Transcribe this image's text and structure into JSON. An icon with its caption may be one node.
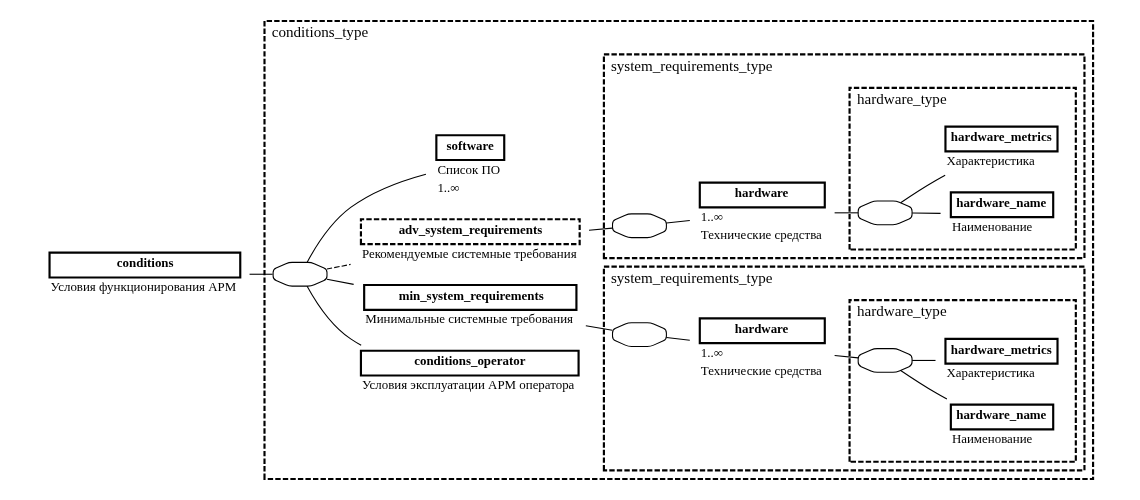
{
  "diagram": {
    "nodes": [
      {
        "text": [
          "conditions"
        ],
        "beside": [
          "Условия функционирования АРМ"
        ]
      },
      {
        "text": [
          "conditions_type"
        ]
      },
      {
        "text": [],
        "shape": "octagon",
        "in": 1
      },
      {
        "text": [
          "conditions_operator"
        ],
        "beside": [
          "Условия эксплуатации АРМ оператора"
        ],
        "in": 1
      },
      {
        "text": [
          "min_system_requirements"
        ],
        "beside": [
          "Минимальные системные требования"
        ],
        "in": 1
      },
      {
        "text": [
          "system_requirements_type"
        ],
        "in": 1
      },
      {
        "text": [],
        "shape": "octagon",
        "in": 5
      },
      {
        "text": [
          "hardware"
        ],
        "beside": [
          "1..∞",
          "Технические средства"
        ],
        "in": 5
      },
      {
        "text": [
          "hardware_type"
        ],
        "in": 5
      },
      {
        "text": [],
        "shape": "octagon",
        "in": 8
      },
      {
        "text": [
          "hardware_name"
        ],
        "beside": [
          "Наименование"
        ],
        "in": 8
      },
      {
        "text": [
          "hardware_metrics"
        ],
        "beside": [
          "Характеристика"
        ],
        "in": 8
      },
      {
        "text": [
          "adv_system_requirements"
        ],
        "beside": [
          "Рекомендуемые системные требования"
        ],
        "in": 1
      },
      {
        "text": [
          "system_requirements_type"
        ],
        "in": 1
      },
      {
        "text": [],
        "shape": "octagon",
        "in": 13
      },
      {
        "text": [
          "hardware"
        ],
        "beside": [
          "1..∞",
          "Технические средства"
        ],
        "in": 13
      },
      {
        "text": [
          "hardware_type"
        ],
        "in": 13
      },
      {
        "text": [],
        "shape": "octagon",
        "in": 16
      },
      {
        "text": [
          "hardware_name"
        ],
        "beside": [
          "Наименование"
        ],
        "in": 16
      },
      {
        "text": [
          "hardware_metrics"
        ],
        "beside": [
          "Характеристика"
        ],
        "in": 16
      },
      {
        "text": [
          "software"
        ],
        "beside": [
          "Список ПО",
          "1..∞"
        ],
        "in": 1
      }
    ],
    "edges": [
      {
        "from": 0,
        "to": 2,
        "arrow": "none"
      },
      {
        "from": 2,
        "to": 3,
        "arrow": "none"
      },
      {
        "from": 2,
        "to": 4,
        "arrow": "none"
      },
      {
        "from": 2,
        "to": 12,
        "arrow": "none",
        "style": "dashed"
      },
      {
        "from": 2,
        "to": 20,
        "arrow": "none"
      },
      {
        "from": 4,
        "to": 6,
        "arrow": "none"
      },
      {
        "from": 6,
        "to": 7,
        "arrow": "none"
      },
      {
        "from": 7,
        "to": 9,
        "arrow": "none"
      },
      {
        "from": 9,
        "to": 10,
        "arrow": "none"
      },
      {
        "from": 9,
        "to": 11,
        "arrow": "none"
      },
      {
        "from": 12,
        "to": 14,
        "arrow": "none"
      },
      {
        "from": 14,
        "to": 15,
        "arrow": "none"
      },
      {
        "from": 15,
        "to": 17,
        "arrow": "none"
      },
      {
        "from": 17,
        "to": 18,
        "arrow": "none"
      },
      {
        "from": 17,
        "to": 19,
        "arrow": "none"
      }
    ]
  }
}
